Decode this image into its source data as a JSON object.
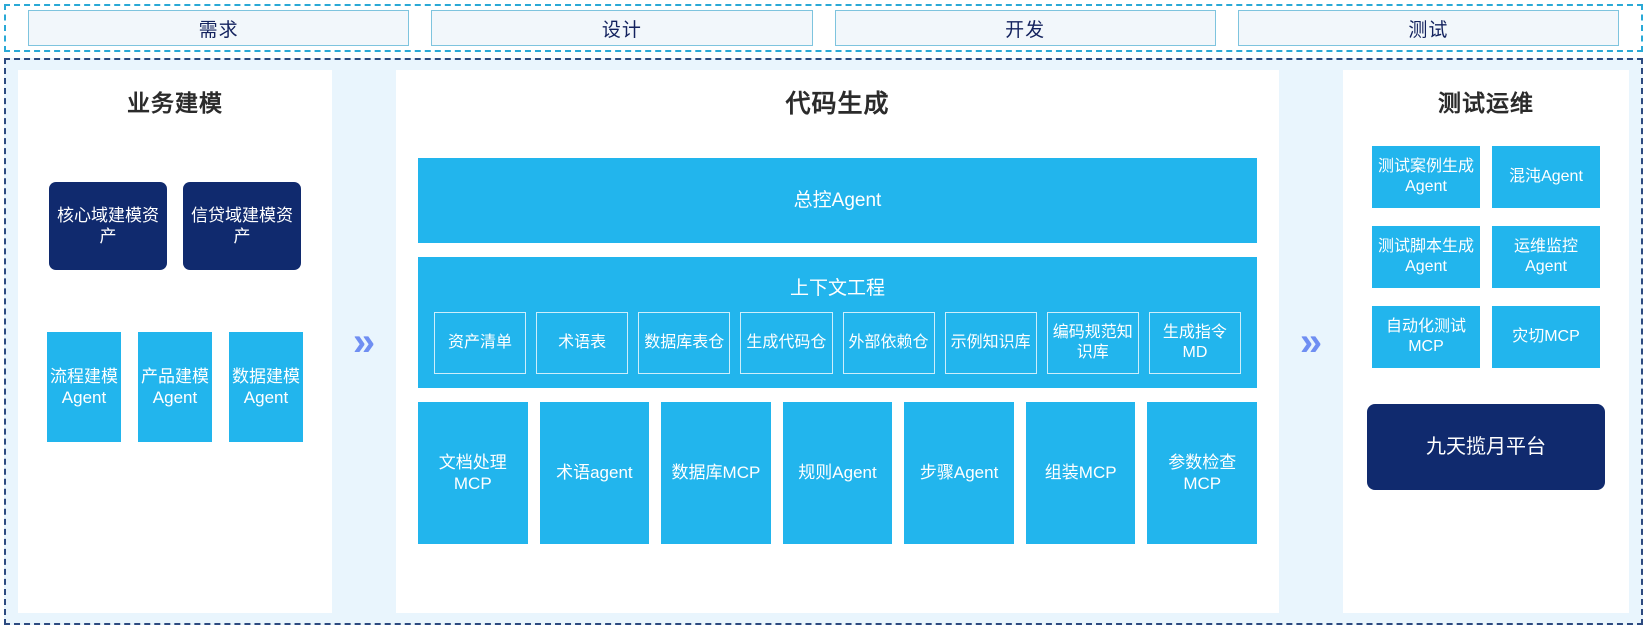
{
  "stages": [
    {
      "label": "需求"
    },
    {
      "label": "设计"
    },
    {
      "label": "开发"
    },
    {
      "label": "测试"
    }
  ],
  "arrows": {
    "glyph": "»",
    "color": "#6f8ef2"
  },
  "colors": {
    "cyan": "#22b5ed",
    "navy": "#102a6e",
    "panel_bg": "#ffffff",
    "canvas_bg": "#e9f5fd",
    "stage_fill": "#f2f7fb",
    "stage_border": "#7ec4de",
    "dashed_border": "#2c4a80",
    "title_text": "#2b2b2b"
  },
  "left_panel": {
    "title": "业务建模",
    "assets": [
      {
        "label": "核心域建模资产"
      },
      {
        "label": "信贷域建模资产"
      }
    ],
    "agents": [
      {
        "label": "流程建模Agent"
      },
      {
        "label": "产品建模Agent"
      },
      {
        "label": "数据建模Agent"
      }
    ]
  },
  "mid_panel": {
    "title": "代码生成",
    "master_agent": "总控Agent",
    "context": {
      "title": "上下文工程",
      "items": [
        {
          "label": "资产清单"
        },
        {
          "label": "术语表"
        },
        {
          "label": "数据库表仓"
        },
        {
          "label": "生成代码仓"
        },
        {
          "label": "外部依赖仓"
        },
        {
          "label": "示例知识库"
        },
        {
          "label": "编码规范知识库"
        },
        {
          "label": "生成指令MD"
        }
      ]
    },
    "tools": [
      {
        "label": "文档处理MCP"
      },
      {
        "label": "术语agent"
      },
      {
        "label": "数据库MCP"
      },
      {
        "label": "规则Agent"
      },
      {
        "label": "步骤Agent"
      },
      {
        "label": "组装MCP"
      },
      {
        "label": "参数检查MCP"
      }
    ]
  },
  "right_panel": {
    "title": "测试运维",
    "cards": [
      {
        "label": "测试案例生成Agent"
      },
      {
        "label": "混沌Agent"
      },
      {
        "label": "测试脚本生成Agent"
      },
      {
        "label": "运维监控Agent"
      },
      {
        "label": "自动化测试MCP"
      },
      {
        "label": "灾切MCP"
      }
    ],
    "platform": {
      "label": "九天揽月平台"
    }
  }
}
